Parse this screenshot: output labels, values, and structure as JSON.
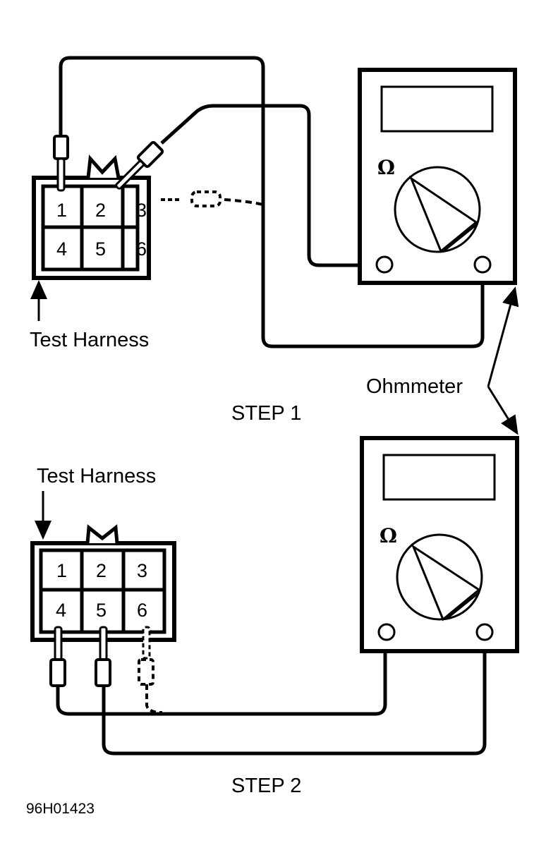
{
  "diagram": {
    "step1": {
      "title": "STEP 1",
      "harness_label": "Test Harness",
      "pins": [
        "1",
        "2",
        "3",
        "4",
        "5",
        "6"
      ],
      "meter_symbol": "Ω"
    },
    "step2": {
      "title": "STEP 2",
      "harness_label": "Test Harness",
      "pins": [
        "1",
        "2",
        "3",
        "4",
        "5",
        "6"
      ],
      "meter_symbol": "Ω"
    },
    "meter_label": "Ohmmeter",
    "figure_code": "96H01423",
    "colors": {
      "ink": "#000000",
      "paper": "#ffffff"
    }
  }
}
